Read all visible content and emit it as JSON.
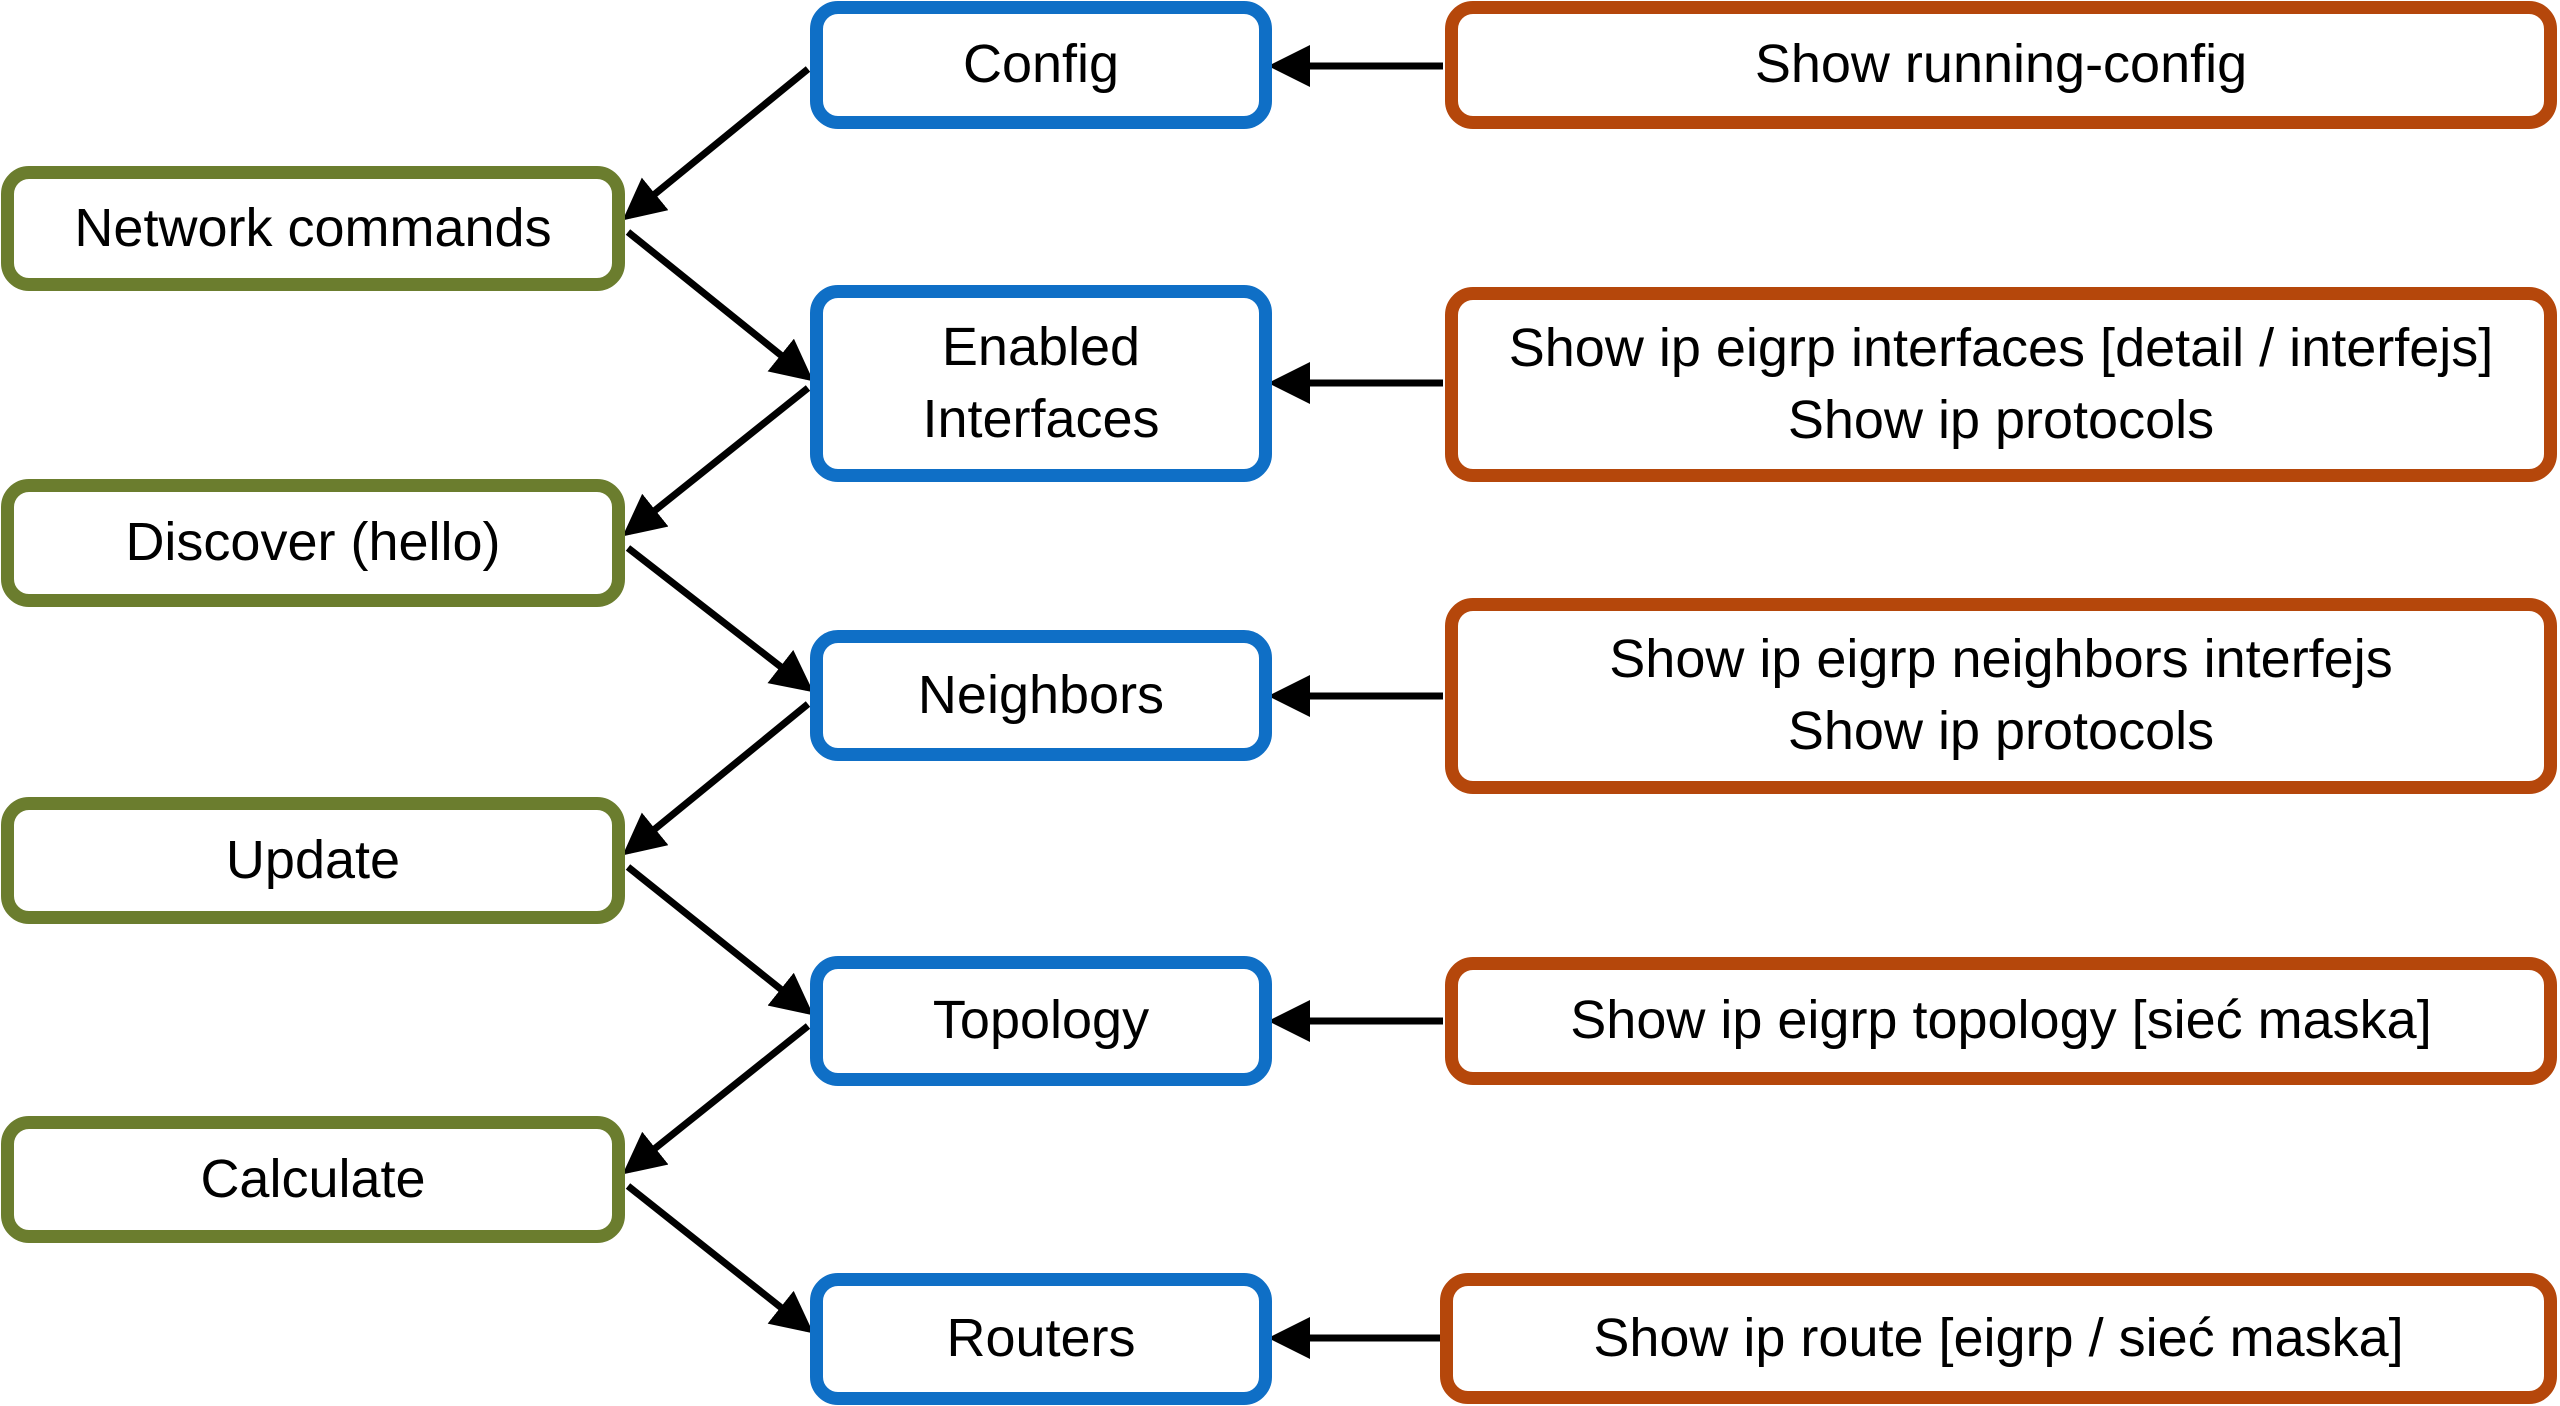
{
  "colors": {
    "steps_border": "#6b7d2e",
    "states_border": "#0f6fc6",
    "commands_border": "#b5470b",
    "arrows": "#000000"
  },
  "steps": [
    {
      "id": "network-commands",
      "label": "Network commands"
    },
    {
      "id": "discover",
      "label": "Discover (hello)"
    },
    {
      "id": "update",
      "label": "Update"
    },
    {
      "id": "calculate",
      "label": "Calculate"
    }
  ],
  "states": [
    {
      "id": "config",
      "lines": [
        "Config"
      ]
    },
    {
      "id": "enabled-interfaces",
      "lines": [
        "Enabled",
        "Interfaces"
      ]
    },
    {
      "id": "neighbors",
      "lines": [
        "Neighbors"
      ]
    },
    {
      "id": "topology",
      "lines": [
        "Topology"
      ]
    },
    {
      "id": "routers",
      "lines": [
        "Routers"
      ]
    }
  ],
  "commands": [
    {
      "id": "cmd-config",
      "lines": [
        "Show running-config"
      ]
    },
    {
      "id": "cmd-interfaces",
      "lines": [
        "Show ip eigrp interfaces [detail / interfejs]",
        "Show ip protocols"
      ]
    },
    {
      "id": "cmd-neighbors",
      "lines": [
        "Show ip eigrp neighbors interfejs",
        "Show ip protocols"
      ]
    },
    {
      "id": "cmd-topology",
      "lines": [
        "Show ip eigrp topology [sieć maska]"
      ]
    },
    {
      "id": "cmd-routers",
      "lines": [
        "Show ip route [eigrp / sieć maska]"
      ]
    }
  ]
}
